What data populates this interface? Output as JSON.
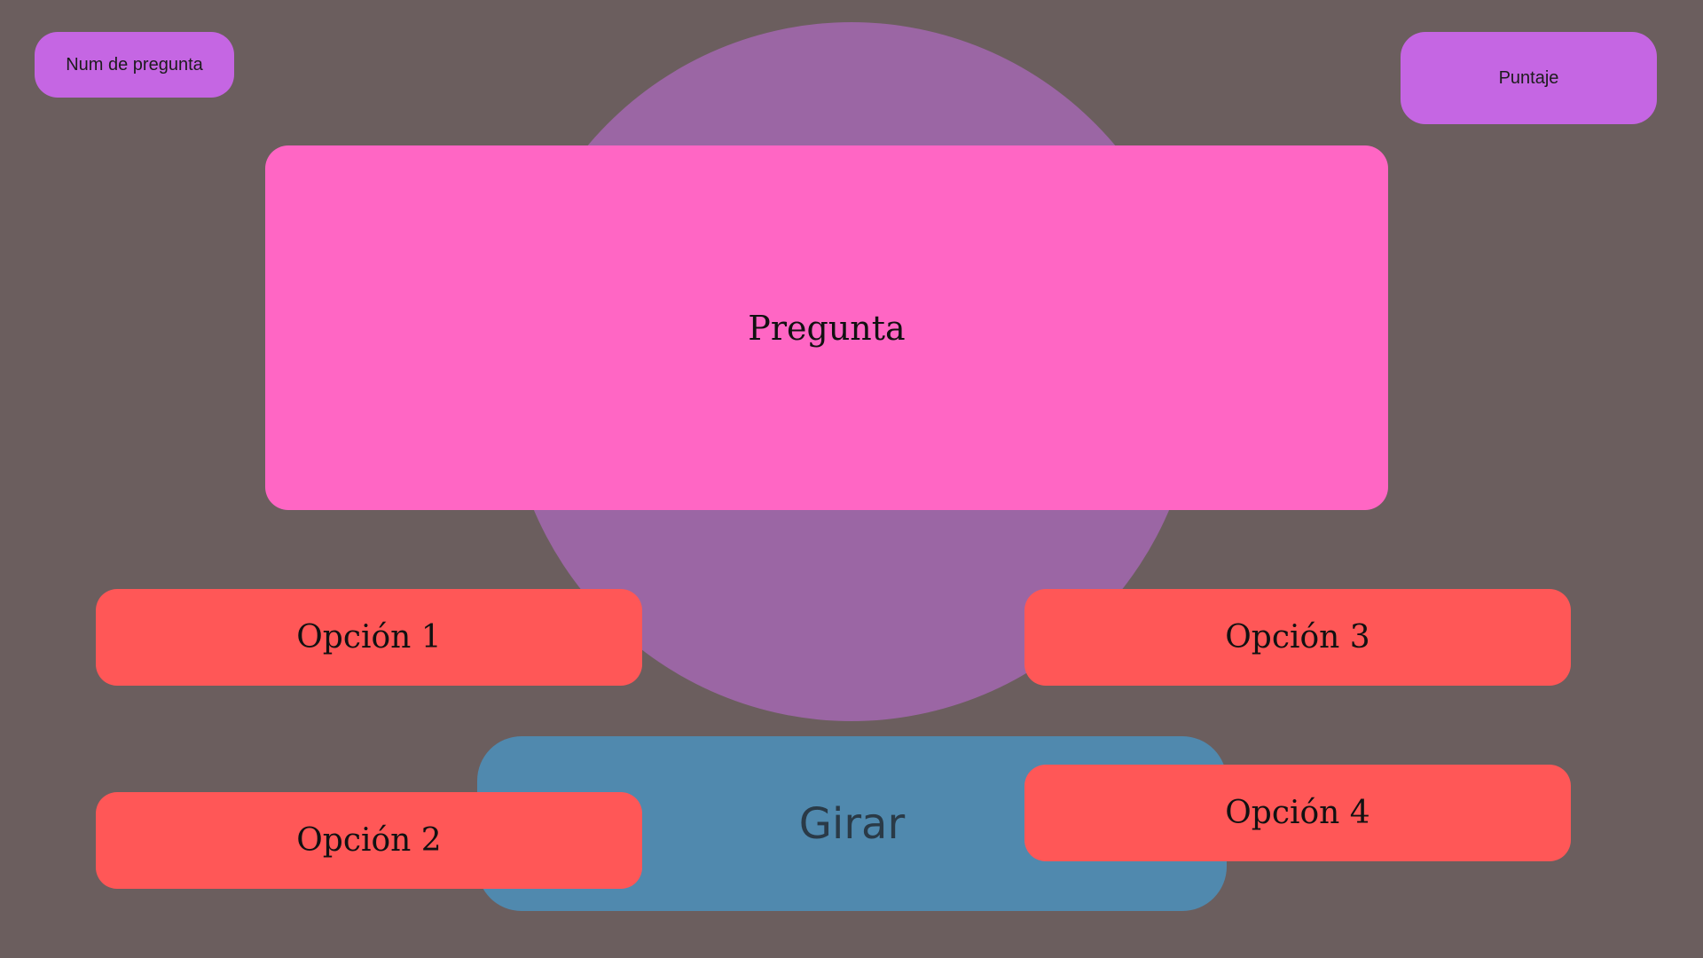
{
  "header": {
    "question_number_label": "Num de pregunta",
    "score_label": "Puntaje"
  },
  "question": {
    "text": "Pregunta"
  },
  "spin_button": {
    "label": "Girar"
  },
  "options": [
    {
      "label": "Opción 1"
    },
    {
      "label": "Opción 2"
    },
    {
      "label": "Opción 3"
    },
    {
      "label": "Opción 4"
    }
  ],
  "colors": {
    "background": "#6b5e5e",
    "wheel": "#9b66a4",
    "header_badges": "#c566e3",
    "question_box": "#ff66c4",
    "spin_button": "#5089ae",
    "option_buttons": "#ff5757"
  }
}
